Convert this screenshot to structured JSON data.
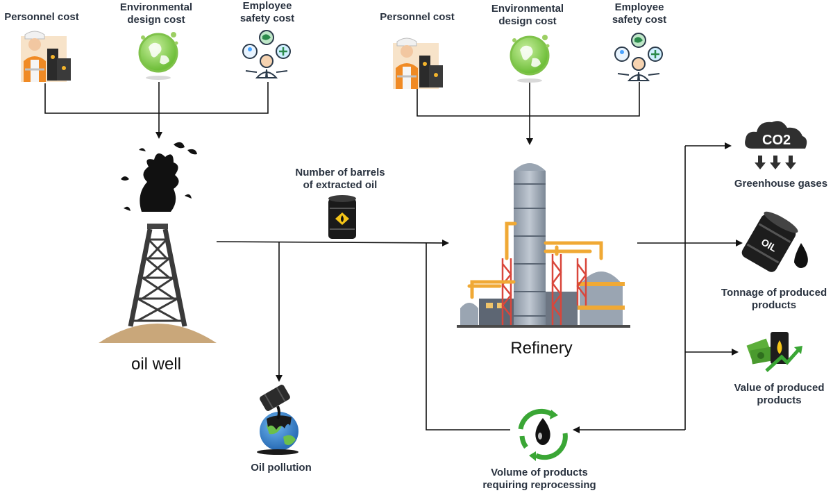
{
  "diagram": {
    "oil_well_label": "oil well",
    "refinery_label": "Refinery",
    "barrels_label": "Number of barrels\nof extracted oil",
    "pollution_label": "Oil pollution",
    "reprocessing_label": "Volume of products\nrequiring reprocessing",
    "left_inputs": {
      "personnel": "Personnel cost",
      "environmental": "Environmental\ndesign cost",
      "safety": "Employee\nsafety cost"
    },
    "right_inputs": {
      "personnel": "Personnel cost",
      "environmental": "Environmental\ndesign cost",
      "safety": "Employee\nsafety cost"
    },
    "outputs": {
      "greenhouse": "Greenhouse gases",
      "co2_text": "CO2",
      "tonnage": "Tonnage of produced\nproducts",
      "value": "Value of produced\nproducts",
      "barrel_text": "OIL"
    }
  }
}
